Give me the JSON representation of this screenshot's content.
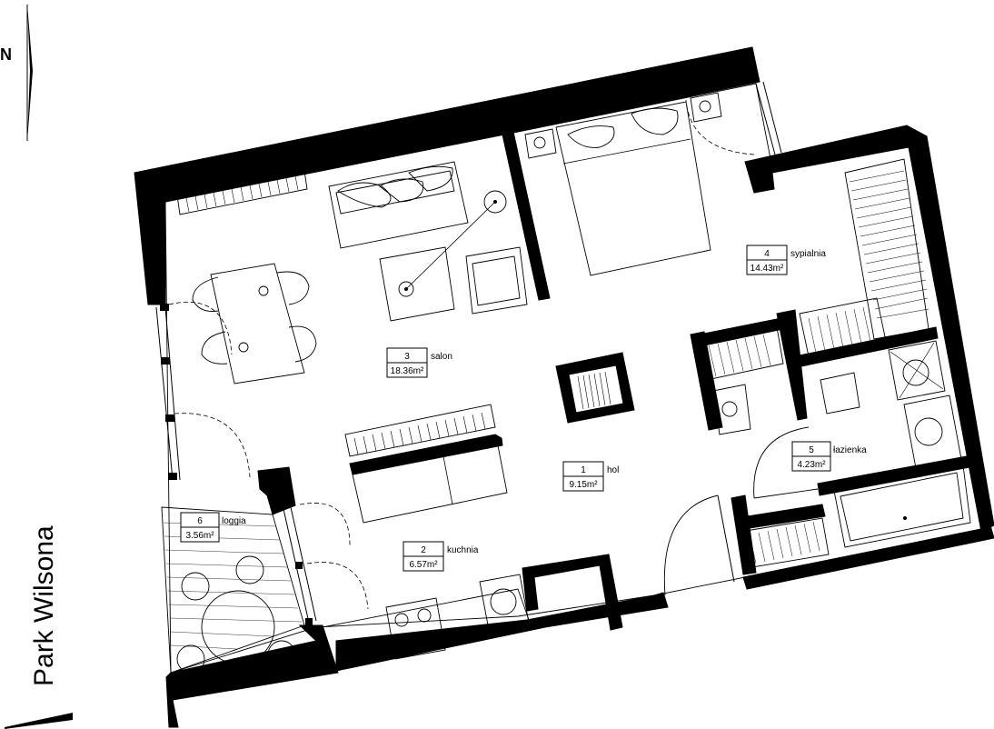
{
  "compass": {
    "label": "N"
  },
  "street": {
    "label": "Park Wilsona"
  },
  "rooms": [
    {
      "number": "1",
      "name": "hol",
      "area": "9.15m²"
    },
    {
      "number": "2",
      "name": "kuchnia",
      "area": "6.57m²"
    },
    {
      "number": "3",
      "name": "salon",
      "area": "18.36m²"
    },
    {
      "number": "4",
      "name": "sypialnia",
      "area": "14.43m²"
    },
    {
      "number": "5",
      "name": "łazienka",
      "area": "4.23m²"
    },
    {
      "number": "6",
      "name": "loggia",
      "area": "3.56m²"
    }
  ]
}
